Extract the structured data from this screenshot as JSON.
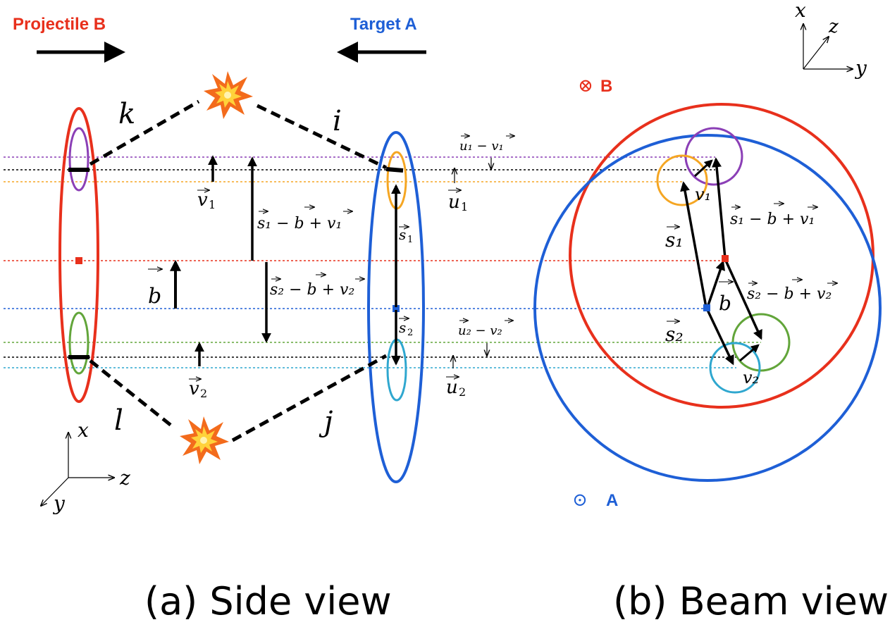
{
  "headers": {
    "projectile": "Projectile B",
    "target": "Target A"
  },
  "captions": {
    "side": "(a) Side view",
    "beam": "(b) Beam view"
  },
  "beam_markers": {
    "b_symbol": "⊗",
    "b_label": "B",
    "a_symbol": "⊙",
    "a_label": "A"
  },
  "legs": {
    "k": "k",
    "i": "i",
    "l": "l",
    "j": "j"
  },
  "axes_side": {
    "x": "x",
    "y": "y",
    "z": "z"
  },
  "axes_beam": {
    "x": "x",
    "y": "y",
    "z": "z"
  },
  "side_labels": {
    "v1": "v",
    "v1_sub": "1",
    "v2": "v",
    "v2_sub": "2",
    "b": "b",
    "s1_b_v1": "s₁ − b + v₁",
    "s2_b_v2": "s₂ − b + v₂",
    "s1": "s",
    "s1_sub": "1",
    "s2": "s",
    "s2_sub": "2",
    "u1": "u",
    "u1_sub": "1",
    "u2": "u",
    "u2_sub": "2",
    "u1_v1": "u₁ − v₁",
    "u2_v2": "u₂ − v₂"
  },
  "beam_labels": {
    "v1": "v₁",
    "v2": "v₂",
    "s1": "s₁",
    "s2": "s₂",
    "b": "b",
    "s1_b_v1": "s₁ − b + v₁",
    "s2_b_v2": "s₂ − b + v₂"
  },
  "colors": {
    "projectile": "#e8301c",
    "target": "#1e5fd6",
    "purple": "#8b3fb6",
    "orange": "#f5a623",
    "green": "#62a53a",
    "cyan": "#2fa7cf",
    "black": "#000000"
  }
}
